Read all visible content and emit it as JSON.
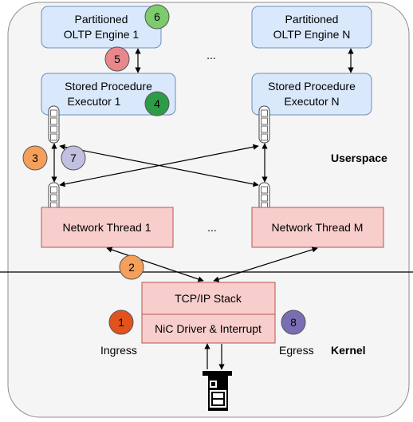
{
  "engines": {
    "engine_1_line1": "Partitioned",
    "engine_1_line2": "OLTP Engine 1",
    "engine_n_line1": "Partitioned",
    "engine_n_line2": "OLTP Engine N",
    "ellipsis_top": "..."
  },
  "executors": {
    "executor_1_line1": "Stored Procedure",
    "executor_1_line2": "Executor 1",
    "executor_n_line1": "Stored Procedure",
    "executor_n_line2": "Executor N"
  },
  "network": {
    "thread_1": "Network Thread 1",
    "thread_m": "Network Thread M",
    "ellipsis": "..."
  },
  "kernel": {
    "tcp_stack": "TCP/IP Stack",
    "nic_driver": "NiC Driver & Interrupt",
    "ingress": "Ingress",
    "egress": "Egress"
  },
  "regions": {
    "userspace": "Userspace",
    "kernel": "Kernel"
  },
  "steps": [
    {
      "label": "1",
      "color": "#e2521c"
    },
    {
      "label": "2",
      "color": "#f5a05a"
    },
    {
      "label": "3",
      "color": "#f5a05a"
    },
    {
      "label": "4",
      "color": "#2e9c46"
    },
    {
      "label": "5",
      "color": "#e8878c"
    },
    {
      "label": "6",
      "color": "#7ccb6e"
    },
    {
      "label": "7",
      "color": "#c2c0e0"
    },
    {
      "label": "8",
      "color": "#7a6db4"
    }
  ],
  "colors": {
    "blue_box_fill": "#dae8fc",
    "blue_box_stroke": "#6c8ebf",
    "red_box_fill": "#f8cecc",
    "red_box_stroke": "#b85450",
    "background": "#f5f5f5"
  }
}
